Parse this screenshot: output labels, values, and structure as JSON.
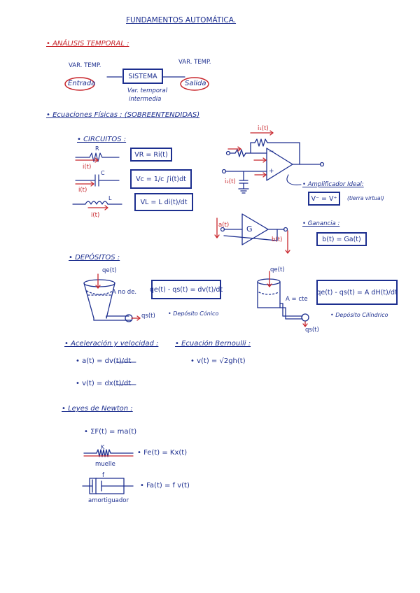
{
  "title": "FUNDAMENTOS AUTOMÁTICA.",
  "analisis": {
    "heading": "• ANÁLISIS TEMPORAL :",
    "input_var": "VAR. TEMP.",
    "output_var": "VAR. TEMP.",
    "entrada": "Entrada",
    "salida": "Salida",
    "sistema": "SISTEMA",
    "internal_1": "Var. temporal",
    "internal_2": "intermedia"
  },
  "ecuaciones": {
    "heading": "• Ecuaciones Físicas : (SOBREENTENDIDAS)"
  },
  "circuitos": {
    "heading": "• CIRCUITOS :",
    "r_label": "R",
    "c_label": "C",
    "l_label": "L",
    "i1": "i(t)",
    "i2": "i(t)",
    "i3": "i(t)",
    "eq_r": "VR = Ri(t)",
    "eq_c": "Vc = 1/c ∫i(t)dt",
    "eq_l": "VL = L di(t)/dt"
  },
  "amplificador": {
    "i1": "i₁(t)",
    "i2": "i₂(t)",
    "minus": "−",
    "plus": "+",
    "label": "• Amplificador Ideal:",
    "eq": "V⁻ = V⁺",
    "note": "(tierra virtual)"
  },
  "ganancia": {
    "block": "G",
    "input": "a(t)",
    "output": "b(t)",
    "label": "• Ganancia :",
    "eq": "b(t) = Ga(t)"
  },
  "depositos": {
    "heading": "• DEPÓSITOS :",
    "qe1": "qe(t)",
    "qs1": "qs(t)",
    "area1": "A no de.",
    "eq1": "qe(t) - qs(t) = dv(t)/dt",
    "label1": "• Depósito Cónico",
    "qe2": "qe(t)",
    "qs2": "qs(t)",
    "area2": "A = cte",
    "eq2": "qe(t) - qs(t) = A dH(t)/dt",
    "label2": "• Depósito Cilíndrico"
  },
  "aceleracion": {
    "heading": "• Aceleración y velocidad :",
    "eq1": "• a(t) = dv(t)/dt",
    "eq2": "• v(t) = dx(t)/dt"
  },
  "bernoulli": {
    "heading": "• Ecuación Bernoulli :",
    "eq": "• v(t) = √2gh(t)"
  },
  "newton": {
    "heading": "• Leyes de Newton :",
    "eq1": "• ΣF(t) = ma(t)",
    "k_label": "K",
    "muelle": "muelle",
    "eq2": "• Fe(t) = Kx(t)",
    "f_label": "f",
    "amortiguador": "amortiguador",
    "eq3": "• Fa(t) = f v(t)"
  },
  "colors": {
    "ink": "#1d2f8f",
    "red": "#c8262c"
  }
}
